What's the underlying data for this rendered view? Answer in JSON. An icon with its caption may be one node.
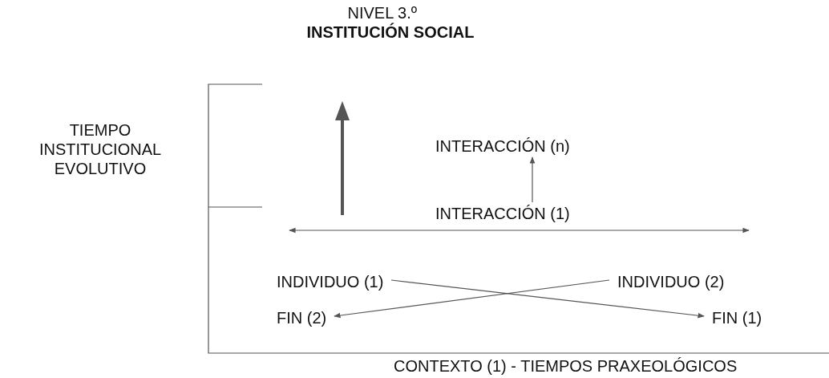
{
  "diagram": {
    "nodes": [
      {
        "text": [
          "INTERACCIÓN (n)"
        ]
      },
      {
        "text": [
          "INTERACCIÓN (1)"
        ]
      },
      {
        "text": [
          "INDIVIDUO (1)"
        ]
      },
      {
        "text": [
          "INDIVIDUO (2)"
        ]
      },
      {
        "text": [
          "FIN (2)"
        ]
      },
      {
        "text": [
          "FIN (1)"
        ]
      }
    ],
    "edges": [
      {
        "from": 1,
        "to": 0,
        "arrow": "to"
      },
      {
        "from": 2,
        "to": 5,
        "arrow": "to"
      },
      {
        "from": 3,
        "to": 4,
        "arrow": "to"
      }
    ],
    "labels": [
      "NIVEL 3.º",
      "INSTITUCIÓN SOCIAL",
      "TIEMPO INSTITUCIONAL EVOLUTIVO",
      "CONTEXTO (1) - TIEMPOS PRAXEOLÓGICOS"
    ]
  }
}
